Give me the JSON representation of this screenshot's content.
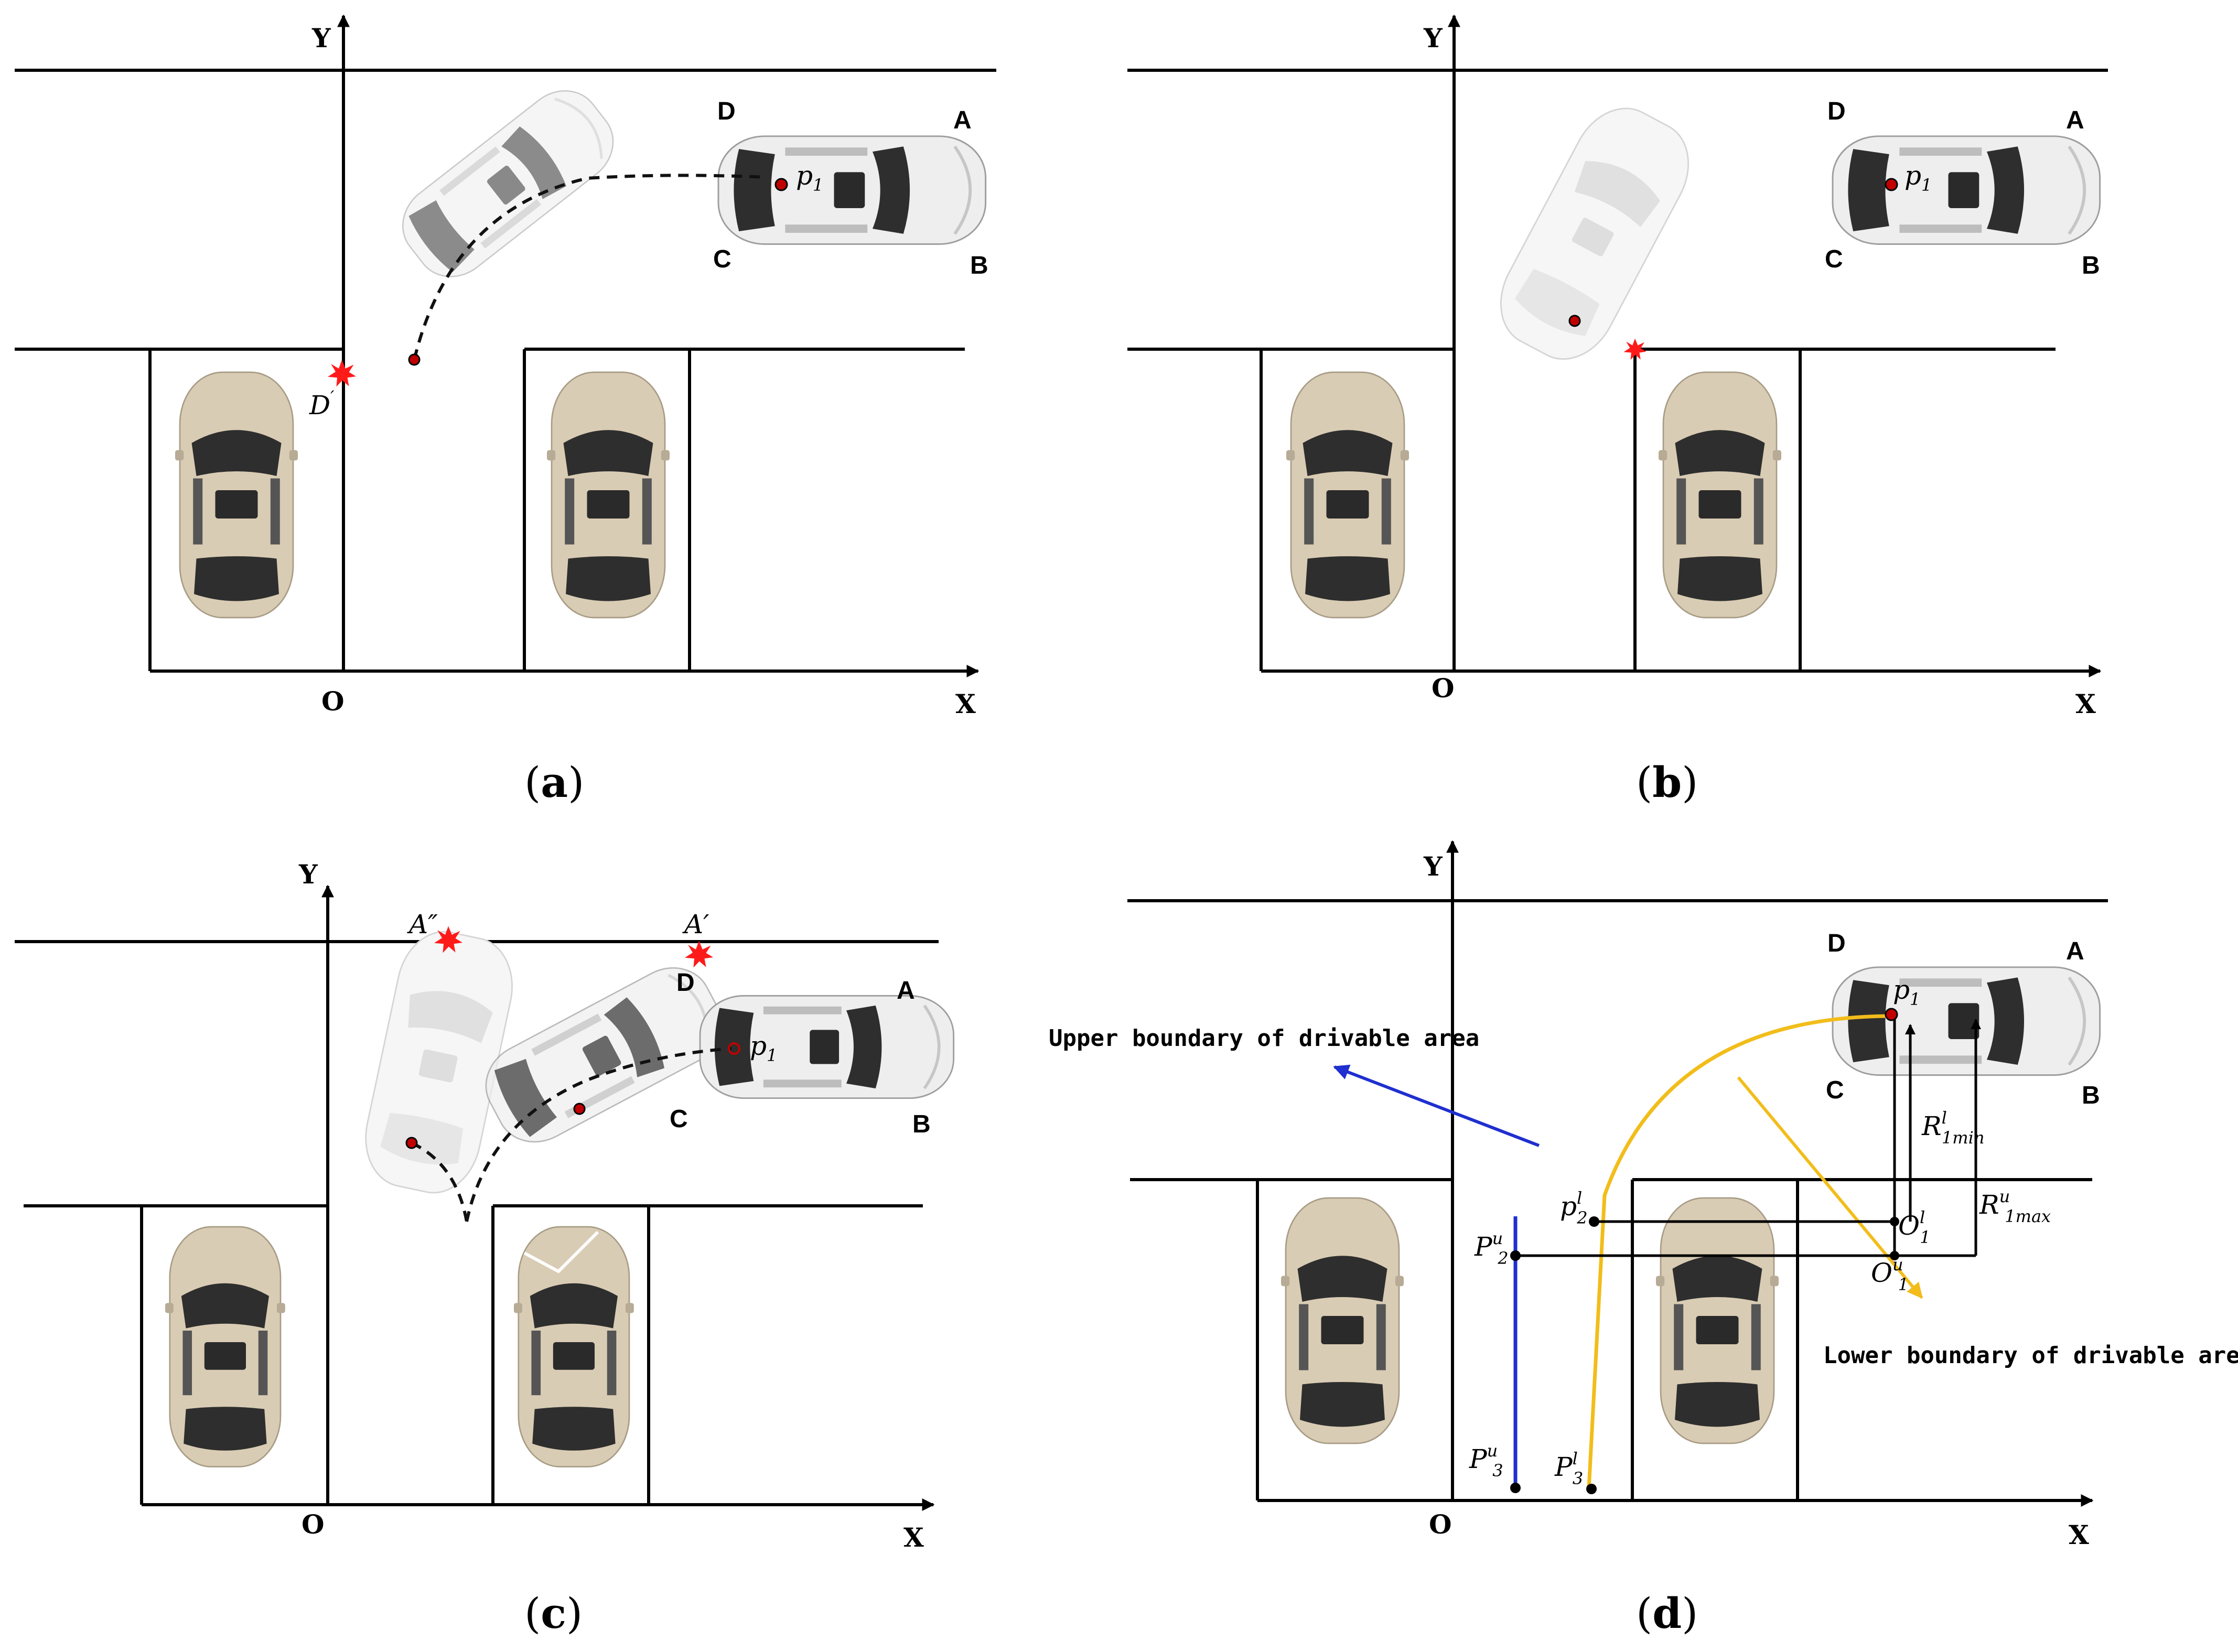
{
  "panels": [
    {
      "id": "a",
      "caption": "a",
      "axes": {
        "x_label": "X",
        "y_label": "Y",
        "origin_label": "O"
      },
      "corners": {
        "A": "A",
        "B": "B",
        "C": "C",
        "D": "D"
      },
      "point_label": "p",
      "point_sub": "1",
      "collision_label": "D",
      "collision_prime": "′"
    },
    {
      "id": "b",
      "caption": "b",
      "axes": {
        "x_label": "X",
        "y_label": "Y",
        "origin_label": "O"
      },
      "corners": {
        "A": "A",
        "B": "B",
        "C": "C",
        "D": "D"
      },
      "point_label": "p",
      "point_sub": "1"
    },
    {
      "id": "c",
      "caption": "c",
      "axes": {
        "x_label": "X",
        "y_label": "Y",
        "origin_label": "O"
      },
      "corners": {
        "A": "A",
        "B": "B",
        "C": "C",
        "D": "D"
      },
      "point_label": "p",
      "point_sub": "1",
      "collision_1": "A″",
      "collision_2": "A′"
    },
    {
      "id": "d",
      "caption": "d",
      "axes": {
        "x_label": "X",
        "y_label": "Y",
        "origin_label": "O"
      },
      "corners": {
        "A": "A",
        "B": "B",
        "C": "C",
        "D": "D"
      },
      "point_label": "p",
      "point_sub": "1",
      "upper_boundary": "Upper boundary of drivable area",
      "lower_boundary": "Lower boundary of drivable area",
      "math": {
        "R_min": {
          "base": "R",
          "sup": "l",
          "sub": "1min"
        },
        "R_max": {
          "base": "R",
          "sup": "u",
          "sub": "1max"
        },
        "O_l": {
          "base": "O",
          "sup": "l",
          "sub": "1"
        },
        "O_u": {
          "base": "O",
          "sup": "u",
          "sub": "1"
        },
        "P2_l": {
          "base": "p",
          "sup": "l",
          "sub": "2"
        },
        "P2_u": {
          "base": "P",
          "sup": "u",
          "sub": "2"
        },
        "P3_u": {
          "base": "P",
          "sup": "u",
          "sub": "3"
        },
        "P3_l": {
          "base": "P",
          "sup": "l",
          "sub": "3"
        }
      }
    }
  ],
  "colors": {
    "parked_car": "#d9ccb4",
    "parked_car_dark": "#3a3a3a",
    "moving_car": "#eeeeee",
    "ghost_car": "#f4f4f4",
    "collision": "#ff1a1a",
    "upper_boundary": "#1f2fd0",
    "lower_boundary": "#f2bd1a"
  },
  "icons": [
    "collision-burst-icon",
    "car-top-view-icon",
    "axis-arrow-icon"
  ]
}
